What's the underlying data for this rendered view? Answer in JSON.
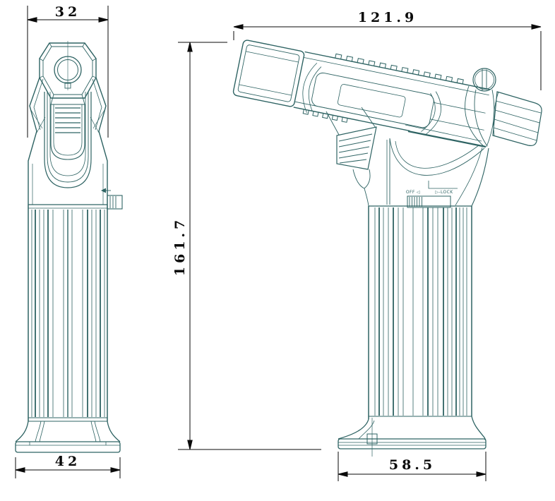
{
  "page": {
    "background": "#ffffff"
  },
  "drawing": {
    "line_color": "#2e6363",
    "dim_color": "#0a0a0a",
    "dimensions": {
      "front_top_width": "32",
      "front_overall_height": "161.7",
      "front_base_width": "42",
      "side_overall_length": "121.9",
      "side_base_width": "58.5"
    },
    "labels": {
      "switch_off": "OFF ◁",
      "switch_lock": "▷-LOCK"
    }
  }
}
